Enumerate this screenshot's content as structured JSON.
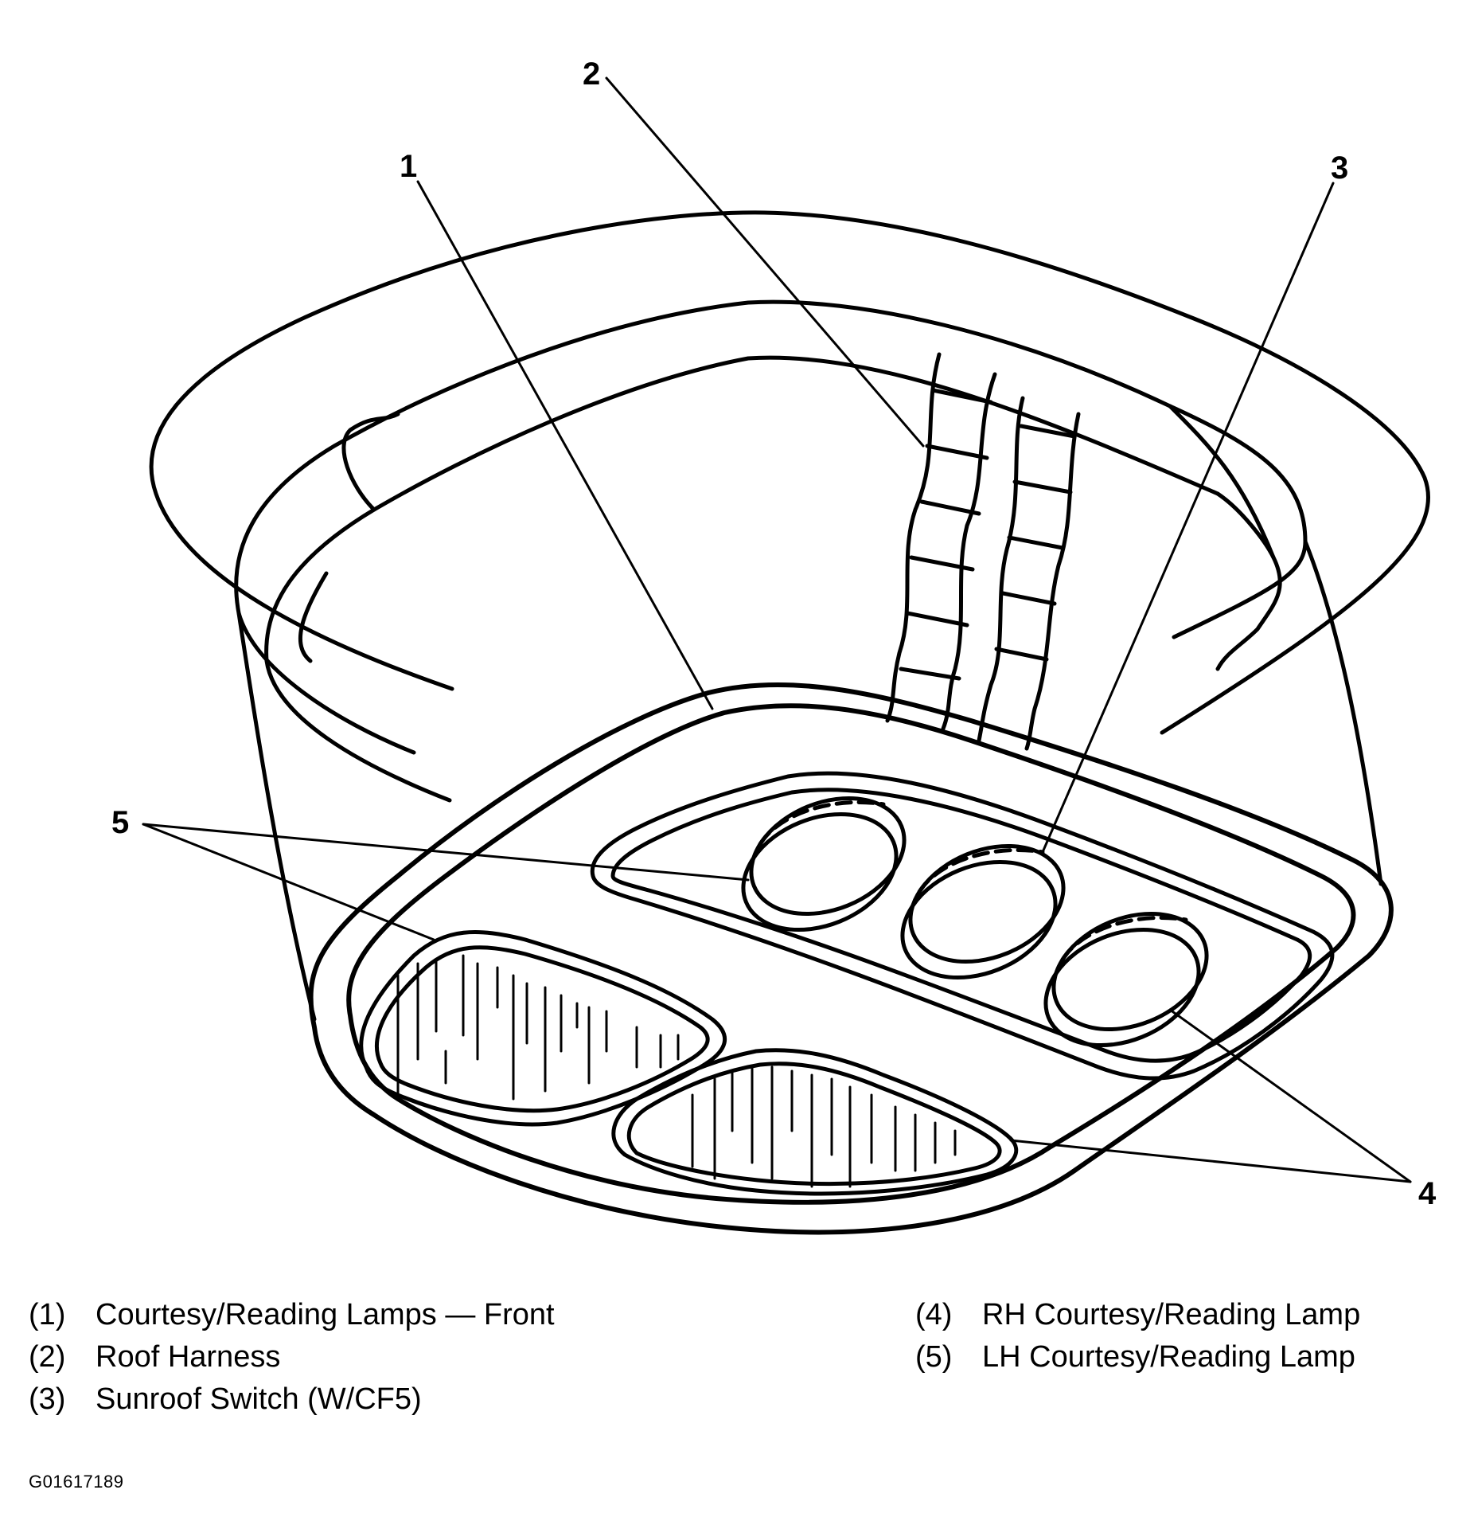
{
  "callouts": [
    {
      "id": "1",
      "label": "1"
    },
    {
      "id": "2",
      "label": "2"
    },
    {
      "id": "3",
      "label": "3"
    },
    {
      "id": "4",
      "label": "4"
    },
    {
      "id": "5",
      "label": "5"
    }
  ],
  "legend": {
    "left": [
      {
        "num": "(1)",
        "text": "Courtesy/Reading Lamps — Front"
      },
      {
        "num": "(2)",
        "text": "Roof Harness"
      },
      {
        "num": "(3)",
        "text": "Sunroof Switch (W/CF5)"
      }
    ],
    "right": [
      {
        "num": "(4)",
        "text": "RH Courtesy/Reading Lamp"
      },
      {
        "num": "(5)",
        "text": "LH Courtesy/Reading Lamp"
      }
    ]
  },
  "figure_id": "G01617189"
}
